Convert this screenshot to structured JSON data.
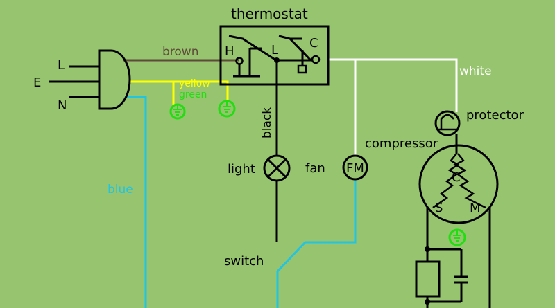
{
  "colors": {
    "background": "#97c46f",
    "brown": "#5e4a3a",
    "yellow": "#ffff00",
    "green_ground": "#22dd11",
    "blue": "#22c4e0",
    "white": "#ffffff",
    "black": "#000000"
  },
  "plug": {
    "L": "L",
    "E": "E",
    "N": "N"
  },
  "thermostat": {
    "title": "thermostat",
    "H": "H",
    "L": "L",
    "C": "C"
  },
  "wires": {
    "brown": "brown",
    "yellow": "yellow",
    "green": "green",
    "white": "white",
    "black": "black",
    "blue": "blue"
  },
  "components": {
    "light": "light",
    "fan": "fan",
    "fan_symbol": "FM",
    "switch": "switch",
    "compressor": "compressor",
    "protector": "protector",
    "motor_C": "C",
    "motor_S": "S",
    "motor_M": "M"
  },
  "icons": {
    "ground": "ground-icon",
    "lamp": "lamp-icon",
    "plug": "plug-icon"
  }
}
